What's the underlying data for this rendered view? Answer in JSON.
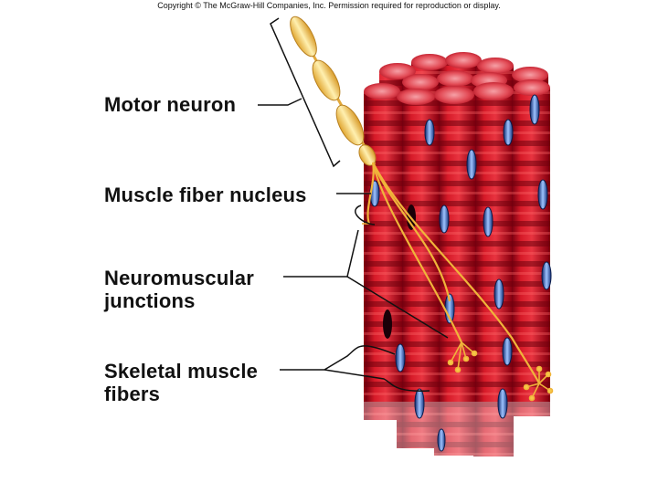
{
  "copyright": "Copyright © The McGraw-Hill Companies, Inc. Permission required for reproduction or display.",
  "labels": {
    "motor_neuron": "Motor neuron",
    "muscle_fiber_nucleus": "Muscle fiber nucleus",
    "neuromuscular_line1": "Neuromuscular",
    "neuromuscular_line2": "junctions",
    "skeletal_line1": "Skeletal muscle",
    "skeletal_line2": "fibers"
  },
  "colors": {
    "fiber_red": "#c8101e",
    "fiber_dark": "#8a0010",
    "fiber_light": "#ee3a44",
    "nerve_yellow": "#f2c24a",
    "nucleus_blue": "#2d5ab0"
  }
}
